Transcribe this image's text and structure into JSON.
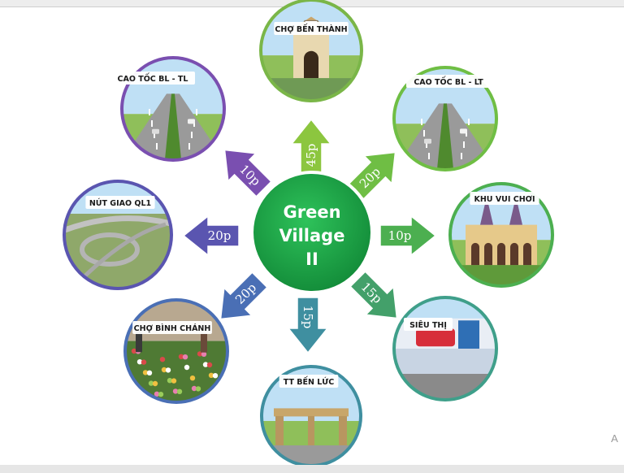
{
  "hub": {
    "lines": [
      "Green",
      "Village",
      "II"
    ],
    "color": "#1aa845"
  },
  "destinations": [
    {
      "id": "ben-thanh-market",
      "label": "CHỢ BẾN THÀNH",
      "time": "45p",
      "arrow_color": "#8cc63f",
      "ring_color": "#7ab648",
      "scene": "market"
    },
    {
      "id": "expressway-bl-lt",
      "label": "CAO TỐC BL - LT",
      "time": "20p",
      "arrow_color": "#6fbe44",
      "ring_color": "#6fbe44",
      "scene": "highway"
    },
    {
      "id": "amusement-park",
      "label": "KHU VUI CHƠI",
      "time": "10p",
      "arrow_color": "#4caf50",
      "ring_color": "#4caf50",
      "scene": "park"
    },
    {
      "id": "supermarket",
      "label": "SIÊU THỊ",
      "time": "15p",
      "arrow_color": "#43a06a",
      "ring_color": "#3f9f8a",
      "scene": "store"
    },
    {
      "id": "ben-luc-center",
      "label": "TT BẾN LỨC",
      "time": "15p",
      "arrow_color": "#3f8fa0",
      "ring_color": "#3f8fa0",
      "scene": "gate"
    },
    {
      "id": "binh-chanh-market",
      "label": "CHỢ BÌNH CHÁNH",
      "time": "20p",
      "arrow_color": "#4a6fb5",
      "ring_color": "#4a6fb5",
      "scene": "produce"
    },
    {
      "id": "ql1-interchange",
      "label": "NÚT GIAO QL1",
      "time": "20p",
      "arrow_color": "#5a55b0",
      "ring_color": "#5a55b0",
      "scene": "interchange"
    },
    {
      "id": "expressway-bl-tl",
      "label": "CAO TỐC BL - TL",
      "time": "10p",
      "arrow_color": "#7a4fb0",
      "ring_color": "#7a4fb0",
      "scene": "highway"
    }
  ],
  "corner_mark": "A"
}
